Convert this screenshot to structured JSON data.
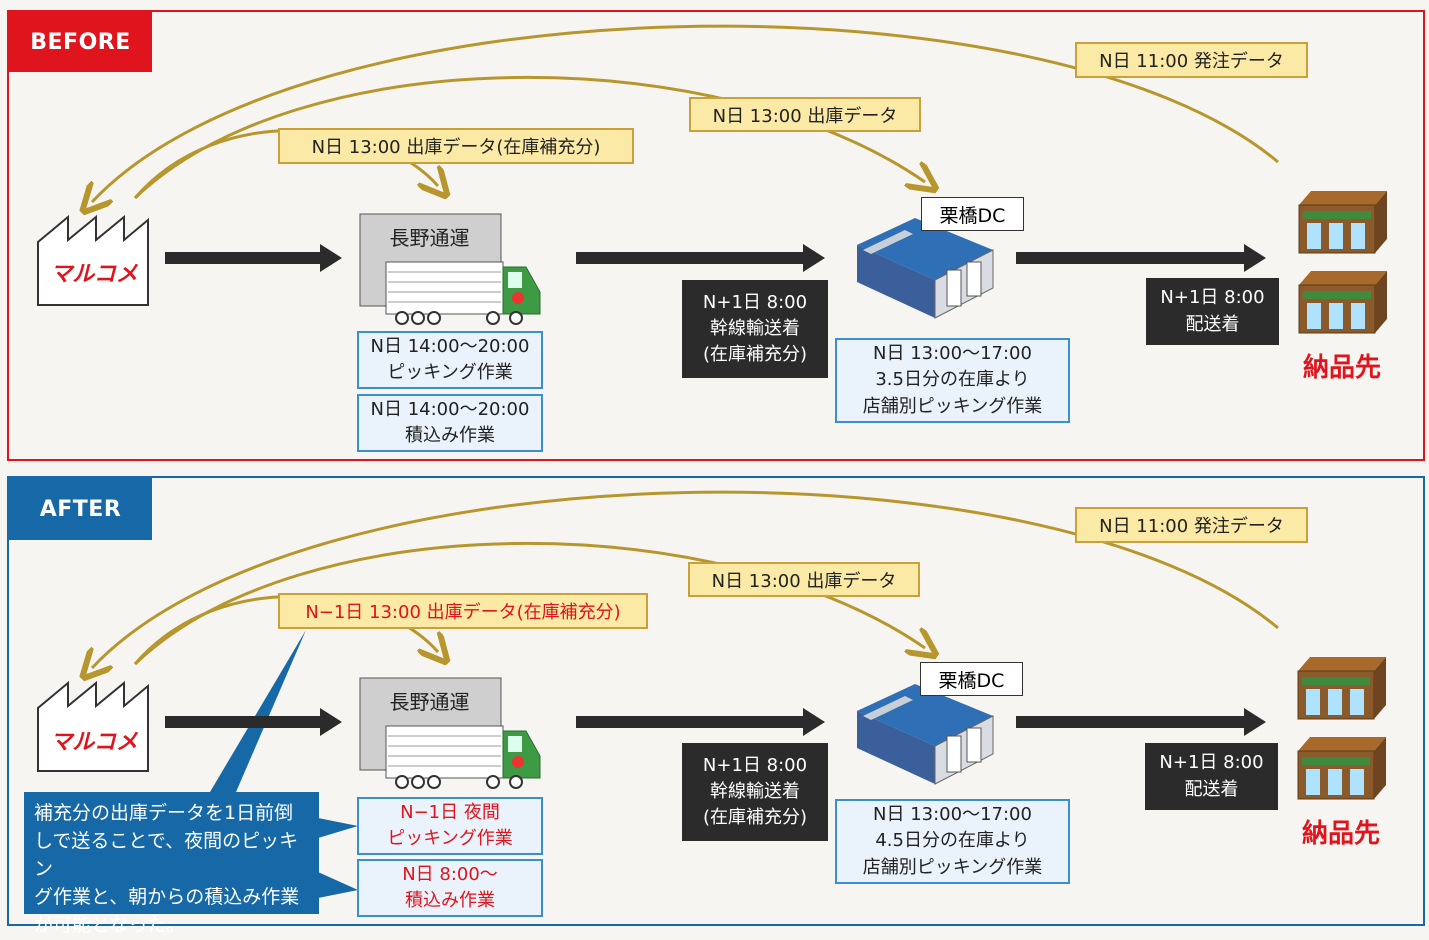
{
  "before": {
    "tag": "BEFORE",
    "order_data": "N日 11:00 発注データ",
    "dc_ship_data": "N日 13:00 出庫データ",
    "stock_ship_data": "N日 13:00 出庫データ(在庫補充分)",
    "maker_logo": "マルコメ",
    "carrier": "長野通運",
    "picking": [
      "N日 14:00〜20:00",
      "ピッキング作業"
    ],
    "loading": [
      "N日 14:00〜20:00",
      "積込み作業"
    ],
    "trunk": [
      "N+1日 8:00",
      "幹線輸送着",
      "(在庫補充分)"
    ],
    "dc_name": "栗橋DC",
    "dc_work": [
      "N日 13:00〜17:00",
      "3.5日分の在庫より",
      "店舗別ピッキング作業"
    ],
    "delivery": [
      "N+1日 8:00",
      "配送着"
    ],
    "destination": "納品先"
  },
  "after": {
    "tag": "AFTER",
    "order_data": "N日 11:00 発注データ",
    "dc_ship_data": "N日 13:00 出庫データ",
    "stock_ship_data": "N−1日 13:00 出庫データ(在庫補充分)",
    "maker_logo": "マルコメ",
    "carrier": "長野通運",
    "picking": [
      "N−1日 夜間",
      "ピッキング作業"
    ],
    "loading": [
      "N日 8:00〜",
      "積込み作業"
    ],
    "trunk": [
      "N+1日 8:00",
      "幹線輸送着",
      "(在庫補充分)"
    ],
    "dc_name": "栗橋DC",
    "dc_work": [
      "N日 13:00〜17:00",
      "4.5日分の在庫より",
      "店舗別ピッキング作業"
    ],
    "delivery": [
      "N+1日 8:00",
      "配送着"
    ],
    "destination": "納品先",
    "note": [
      "補充分の出庫データを1日前倒",
      "しで送ることで、夜間のピッキン",
      "グ作業と、朝からの積込み作業",
      "が可能となった。"
    ]
  },
  "colors": {
    "before_accent": "#e0141c",
    "after_accent": "#1668a7",
    "label_fill": "#fbe9a6",
    "box_border": "#3a8fd0"
  }
}
